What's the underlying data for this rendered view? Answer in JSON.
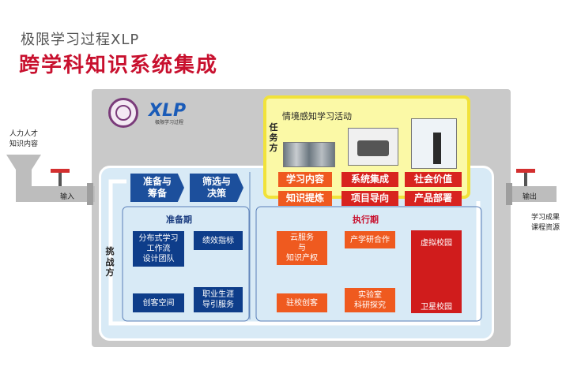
{
  "header": {
    "subtitle": "极限学习过程XLP",
    "title": "跨学科知识系统集成"
  },
  "logo": {
    "text": "XLP",
    "subtext": "极限学习过程"
  },
  "input_side": {
    "label_line1": "人力人才",
    "label_line2": "知识内容",
    "valve_label": "输入"
  },
  "output_side": {
    "valve_label": "输出",
    "label_line1": "学习成果",
    "label_line2": "课程资源"
  },
  "task_side": {
    "label_line1": "任务",
    "label_line2": "方",
    "panel_title": "情境感知学习活动",
    "orange_buttons": [
      "学习内容",
      "知识提炼"
    ],
    "red_buttons_top": [
      "系统集成",
      "项目导向"
    ],
    "red_buttons_right": [
      "社会价值",
      "产品部署"
    ]
  },
  "challenge_side": {
    "label_line1": "挑",
    "label_line2": "战方"
  },
  "prep": {
    "btn1_line1": "准备与",
    "btn1_line2": "筹备",
    "btn2_line1": "筛选与",
    "btn2_line2": "决策",
    "section_label": "准备期",
    "boxes": [
      {
        "line1": "分布式学习",
        "line2": "工作流",
        "line3": "设计团队"
      },
      {
        "line1": "绩效指标"
      },
      {
        "line1": "创客空间"
      },
      {
        "line1": "职业生涯",
        "line2": "导引服务"
      }
    ]
  },
  "exec": {
    "section_label": "执行期",
    "box_cloud": {
      "line1": "云服务",
      "line2": "与",
      "line3": "知识产权"
    },
    "box_industry": "产学研合作",
    "box_maker": "驻校创客",
    "box_lab_line1": "实验室",
    "box_lab_line2": "科研探究",
    "box_campus_top": "虚拟校园",
    "box_campus_bottom": "卫星校园"
  },
  "colors": {
    "brand_red": "#c8102e",
    "navy": "#0e3d8a",
    "orange": "#ef5a1f",
    "red": "#d01c1c",
    "panel_yellow": "#fbf9a6",
    "inner_blue": "#d8eaf6"
  }
}
